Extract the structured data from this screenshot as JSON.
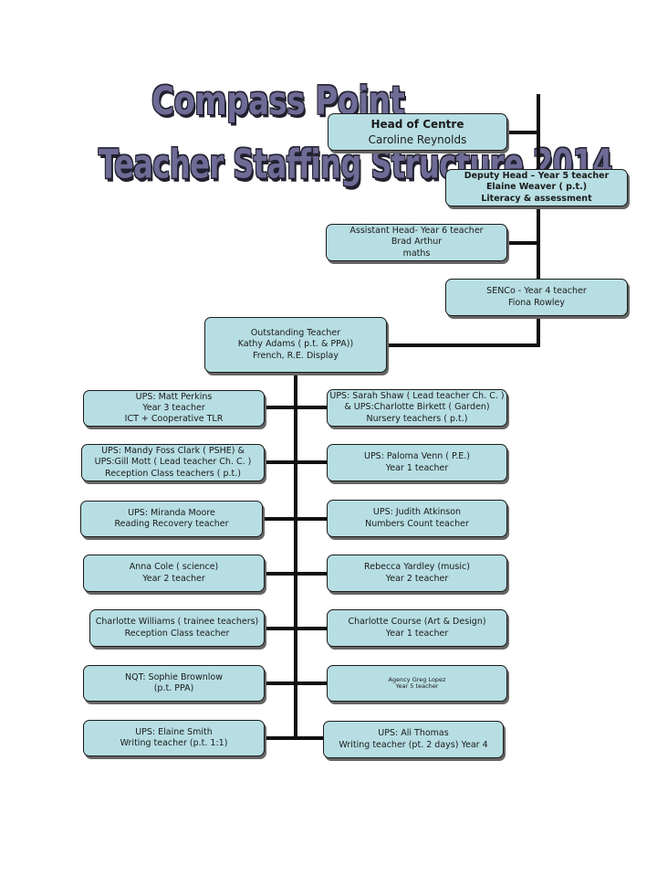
{
  "title": {
    "line1": "Compass Point",
    "line2": "Teacher Staffing Structure 2014"
  },
  "boxes": [
    {
      "id": "head",
      "lines": [
        "Head of Centre",
        "Caroline Reynolds"
      ]
    },
    {
      "id": "deputy",
      "lines": [
        "Deputy Head – Year 5 teacher",
        "Elaine Weaver ( p.t.)",
        "Literacy & assessment"
      ]
    },
    {
      "id": "assistant",
      "lines": [
        "Assistant Head- Year 6 teacher",
        "Brad Arthur",
        "maths"
      ]
    },
    {
      "id": "senco",
      "lines": [
        "SENCo  - Year 4 teacher",
        "Fiona Rowley"
      ]
    },
    {
      "id": "outstanding",
      "lines": [
        "Outstanding Teacher",
        "Kathy Adams ( p.t. & PPA))",
        "French, R.E. Display"
      ]
    },
    {
      "id": "left-1",
      "lines": [
        "UPS: Matt Perkins",
        "Year 3 teacher",
        "ICT + Cooperative TLR"
      ]
    },
    {
      "id": "left-2",
      "lines": [
        "UPS: Mandy Foss Clark ( PSHE) &",
        "UPS:Gill Mott ( Lead teacher Ch. C. )",
        "Reception Class teachers ( p.t.)"
      ]
    },
    {
      "id": "left-3",
      "lines": [
        "UPS: Miranda Moore",
        "Reading Recovery teacher"
      ]
    },
    {
      "id": "left-4",
      "lines": [
        "Anna Cole ( science)",
        "Year 2 teacher"
      ]
    },
    {
      "id": "left-5",
      "lines": [
        "Charlotte Williams ( trainee teachers)",
        "Reception Class teacher"
      ]
    },
    {
      "id": "left-6",
      "lines": [
        "NQT: Sophie Brownlow",
        "(p.t. PPA)"
      ]
    },
    {
      "id": "left-7",
      "lines": [
        "UPS: Elaine Smith",
        "Writing teacher (p.t. 1:1)"
      ]
    },
    {
      "id": "right-1",
      "lines": [
        "UPS: Sarah Shaw ( Lead teacher Ch. C. )",
        "& UPS:Charlotte Birkett ( Garden)",
        "Nursery teachers ( p.t.)"
      ]
    },
    {
      "id": "right-2",
      "lines": [
        "UPS: Paloma Venn ( P.E.)",
        "Year 1 teacher"
      ]
    },
    {
      "id": "right-3",
      "lines": [
        "UPS: Judith Atkinson",
        "Numbers Count teacher"
      ]
    },
    {
      "id": "right-4",
      "lines": [
        "Rebecca Yardley (music)",
        "Year 2 teacher"
      ]
    },
    {
      "id": "right-5",
      "lines": [
        "Charlotte Course (Art & Design)",
        "Year 1 teacher"
      ]
    },
    {
      "id": "right-6",
      "lines": [
        "Agency Greg Lopez",
        "Year 5 teacher"
      ]
    },
    {
      "id": "right-7",
      "lines": [
        "UPS: Ali Thomas",
        "Writing teacher (pt. 2 days) Year 4"
      ]
    }
  ]
}
